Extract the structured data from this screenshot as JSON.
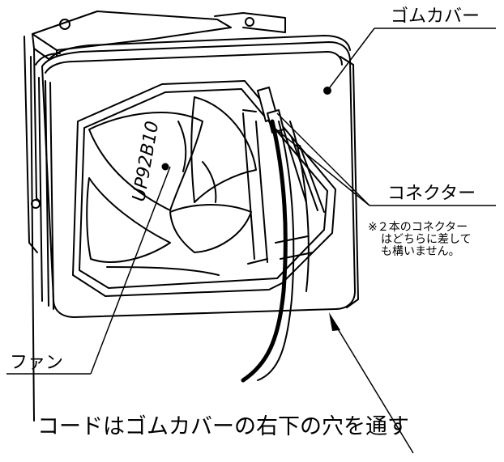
{
  "labels": {
    "rubber_cover": "ゴムカバー",
    "connector": "コネクター",
    "connector_note_line1": "※２本のコネクター",
    "connector_note_line2": "はどちらに差して",
    "connector_note_line3": "も構いません。",
    "fan": "ファン",
    "model_marking": "UP92B10"
  },
  "caption": "コードはゴムカバーの右下の穴を通す"
}
